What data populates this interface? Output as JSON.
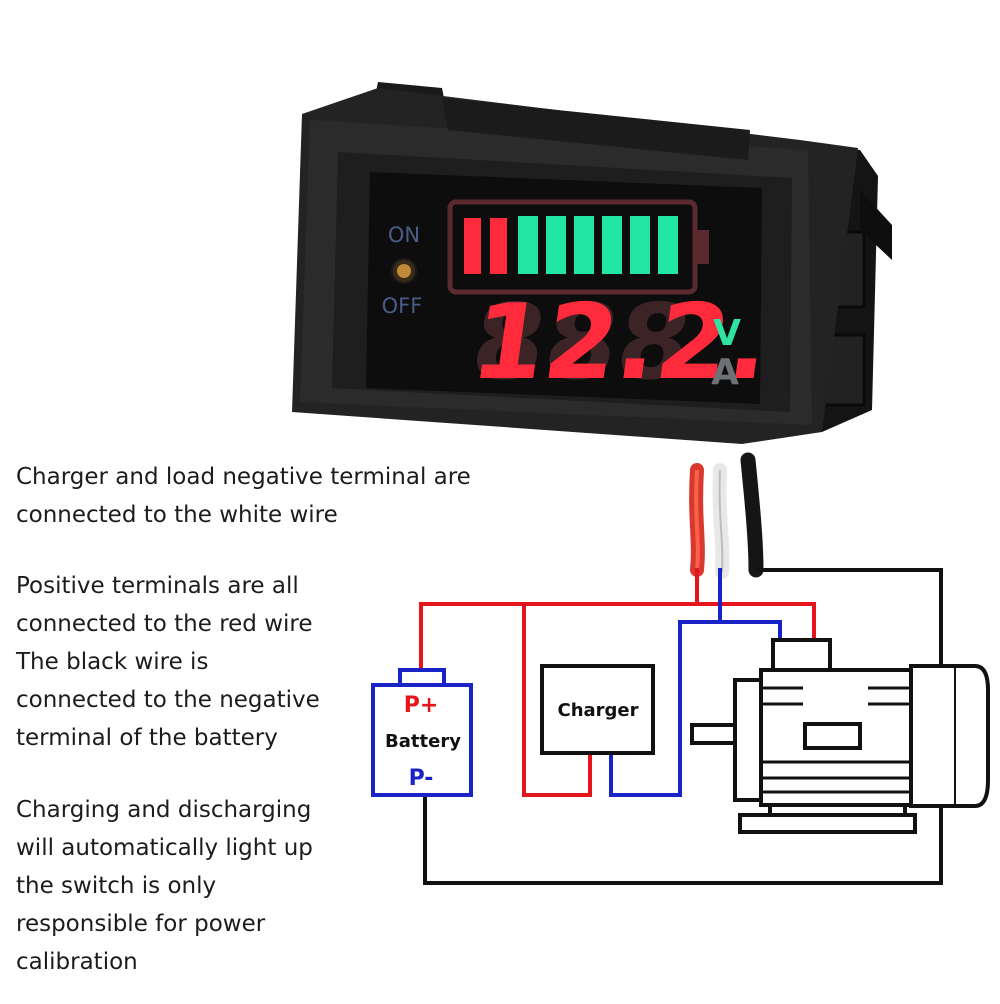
{
  "meter": {
    "switch_on_label": "ON",
    "switch_off_label": "OFF",
    "reading": "12.2.",
    "unit_volt": "V",
    "unit_amp": "A",
    "battery_bars_red": 2,
    "battery_bars_green": 6
  },
  "notes": {
    "note1": [
      "Charger and load negative terminal are",
      "connected to the white wire"
    ],
    "note2": [
      "Positive terminals are all",
      "connected to the red wire",
      "The black wire is",
      "connected to the negative",
      "terminal of the battery"
    ],
    "note3": [
      "Charging and discharging",
      "will automatically light up",
      "the switch is only",
      "responsible for power",
      "calibration"
    ]
  },
  "circuit": {
    "battery_positive": "P+",
    "battery_label": "Battery",
    "battery_negative": "P-",
    "charger_label": "Charger"
  },
  "colors": {
    "red_wire": "#e4161b",
    "blue_wire": "#1a23c8",
    "black_wire": "#111111",
    "segment_red": "#ff2b3c",
    "bar_green": "#22e6a4",
    "unit_green": "#2fe3a0",
    "unit_grey": "#6e7276"
  }
}
